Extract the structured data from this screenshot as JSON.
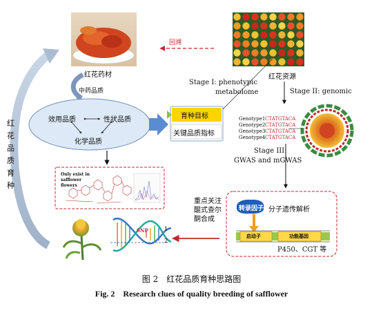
{
  "diagram": {
    "safflower_herb_label": "红花药材",
    "backtrace_label": "回溯",
    "safflower_resource_label": "红花资源",
    "left_vertical_label": "红花品质育种",
    "tcm_quality_label": "中药品质",
    "stage1_label_line1": "Stage I: phenotypic",
    "stage1_label_line2": "metabolome",
    "stage2_label": "Stage II: genomic",
    "stage3_label_line1": "Stage III:",
    "stage3_label_line2": "GWAS and mGWAS",
    "ellipse": {
      "efficacy_quality": "效用品质",
      "trait_quality": "性状品质",
      "chemical_quality": "化学品质"
    },
    "breeding_goal": "育种目标",
    "key_quality_indicator": "关键品质指标",
    "genotypes": [
      {
        "name": "Genotype1",
        "seq": "CTATGTACA"
      },
      {
        "name": "Genotype2",
        "seq": "CTATGTACA"
      },
      {
        "name": "Genotype3",
        "seq": "CTATGTACA"
      },
      {
        "name": "Genotype4",
        "seq": "CTATGTACA"
      }
    ],
    "structure_box_text_line1": "Only exist in",
    "structure_box_text_line2": "safflower",
    "structure_box_text_line3": "flowers",
    "focus_label_line1": "重点关注",
    "focus_label_line2": "醌式查尔",
    "focus_label_line3": "酮合成",
    "transcription_factor": "转录因子",
    "molecular_genetic_analysis": "分子遗传解析",
    "promoter": "启动子",
    "functional_gene": "功能基因",
    "gene_families": "P450、CGT 等",
    "snp_label": "SNP",
    "snp_num_1": "1",
    "snp_num_2": "2"
  },
  "caption": {
    "cn": "图 2　红花品质育种思路图",
    "en": "Fig. 2　Research clues of quality breeding of safflower"
  },
  "colors": {
    "red_arrow": "#c0282d",
    "ellipse_fill": "#dde9f6",
    "ellipse_stroke": "#6d8fbf",
    "blue_arrow": "#5b8bd0",
    "goal_yellow": "#ffd400",
    "dna_green": "#9cc84a",
    "transcription_blue": "#1d5fb8"
  }
}
